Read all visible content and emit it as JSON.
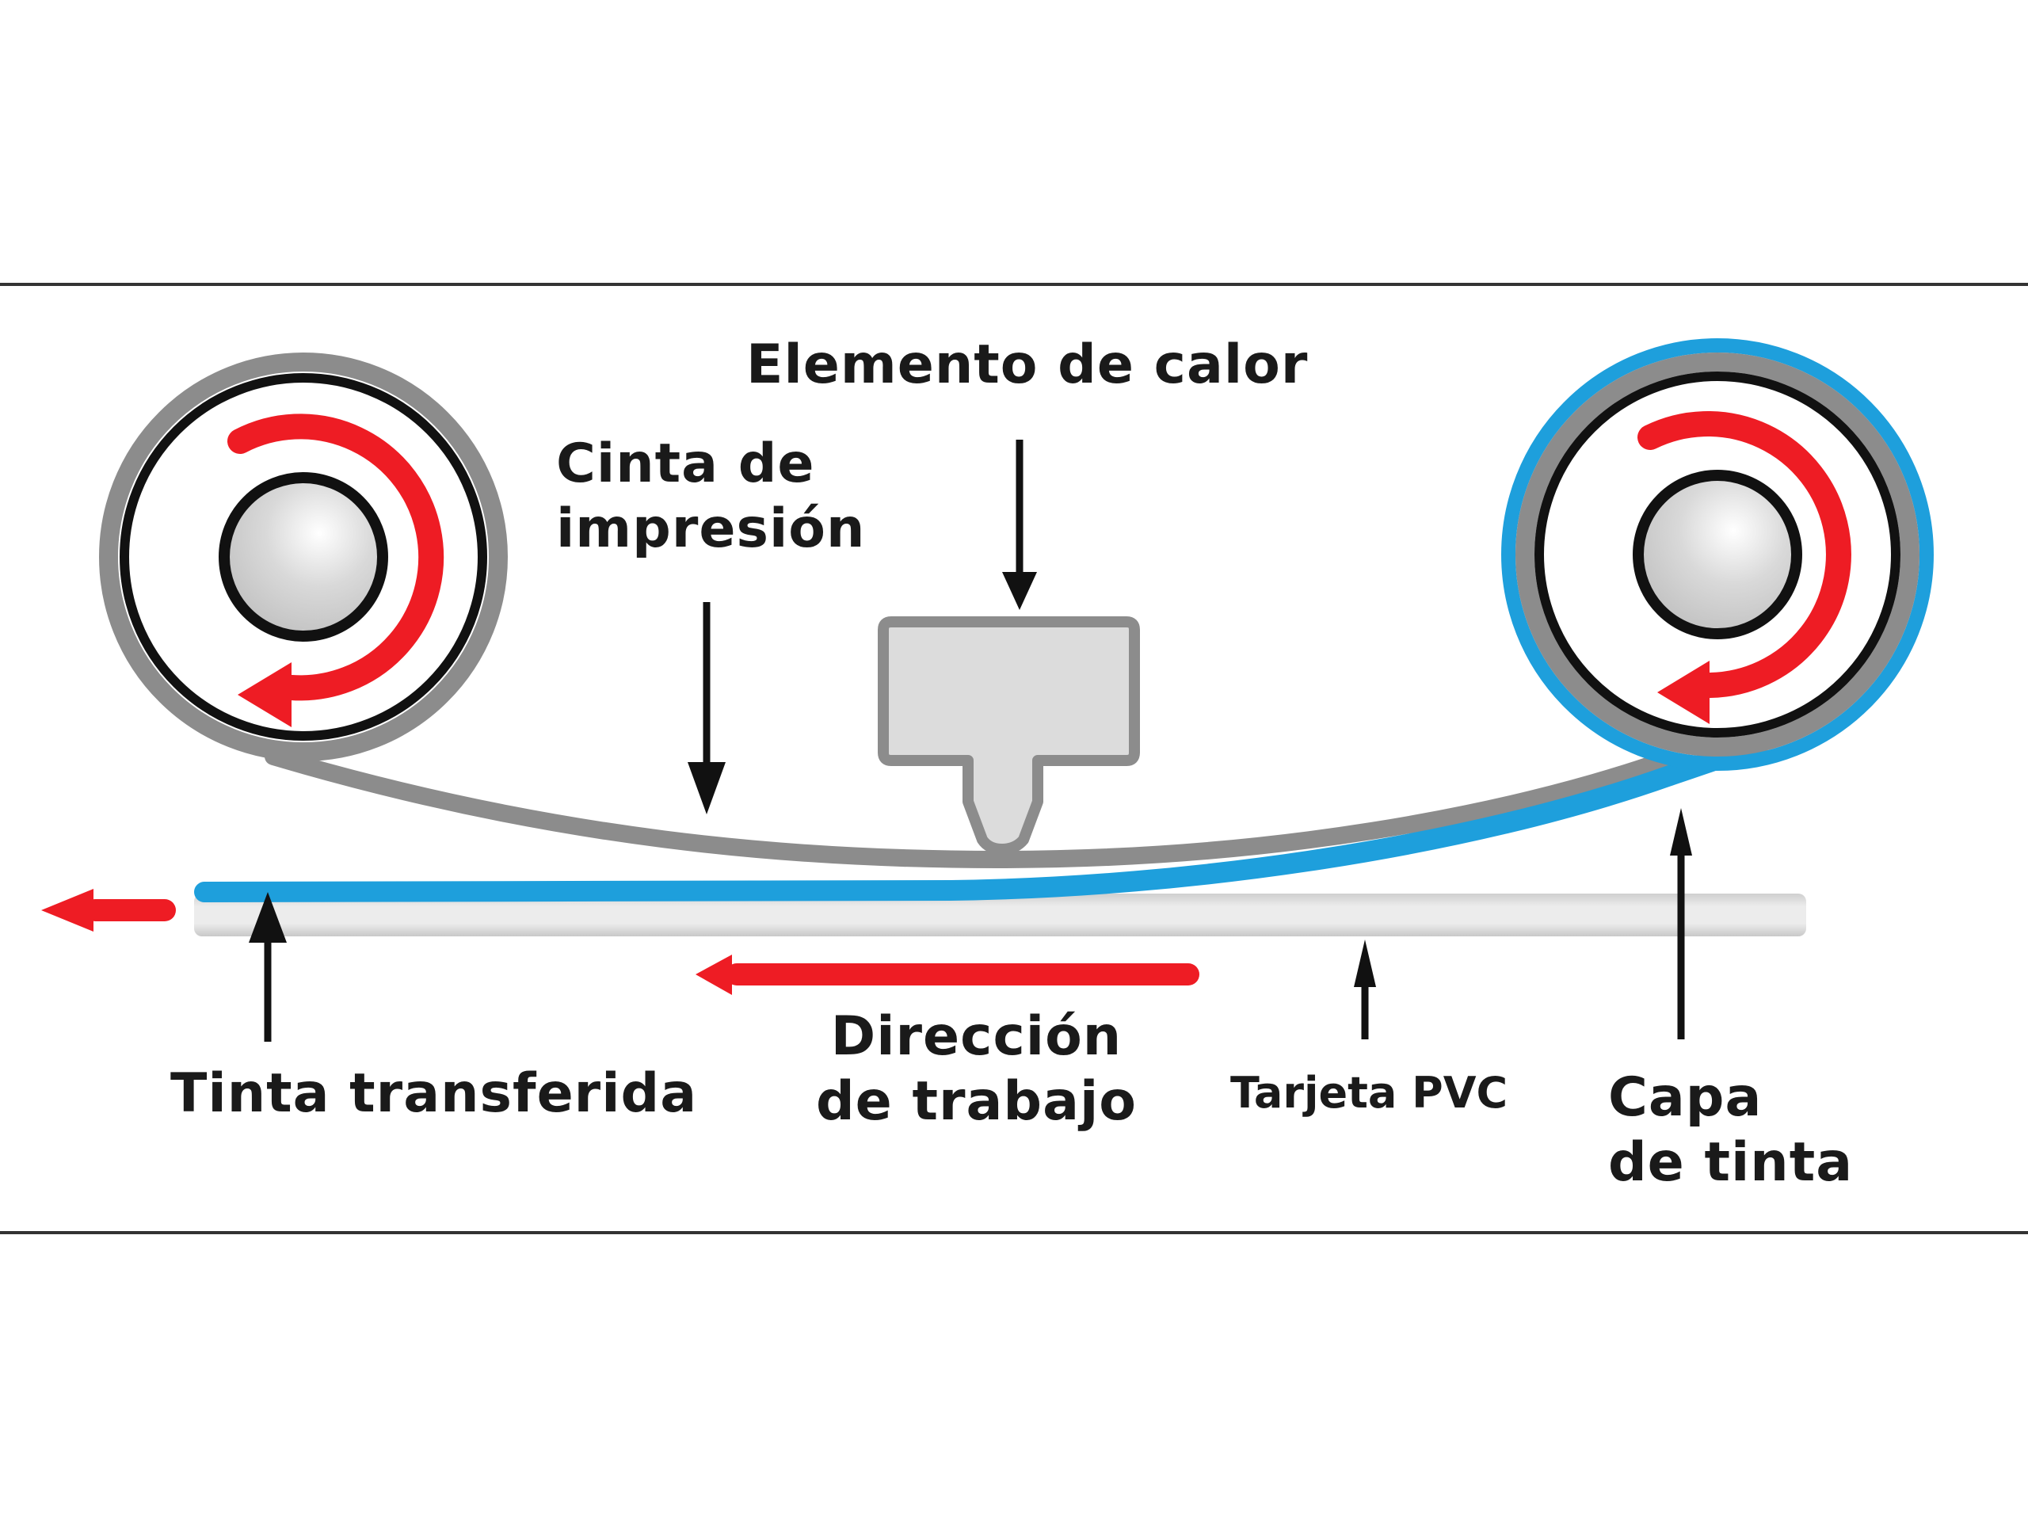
{
  "diagram": {
    "title": "Thermal transfer printing process",
    "labels": {
      "heat_element": "Elemento de calor",
      "ribbon_line1": "Cinta de",
      "ribbon_line2": "impresión",
      "transferred_ink": "Tinta transferida",
      "work_direction_line1": "Dirección",
      "work_direction_line2": "de trabajo",
      "pvc_card": "Tarjeta PVC",
      "ink_layer_line1": "Capa",
      "ink_layer_line2": "de tinta"
    },
    "components": [
      {
        "id": "supply-roller",
        "name": "Supply ribbon roller",
        "rotation": "clockwise"
      },
      {
        "id": "takeup-roller",
        "name": "Take-up ribbon roller",
        "rotation": "clockwise"
      },
      {
        "id": "heat-element",
        "name": "Heat element (print head)"
      },
      {
        "id": "ribbon",
        "name": "Print ribbon"
      },
      {
        "id": "ink-layer",
        "name": "Ink layer"
      },
      {
        "id": "pvc-card",
        "name": "PVC card"
      }
    ],
    "colors": {
      "ribbon": "#8c8c8c",
      "ink": "#1e9fdc",
      "arrow_red": "#ee1c24",
      "pointer": "#111111",
      "card_edge": "#c8c8c8",
      "card_face": "#ececec",
      "head_fill": "#dcdcdc",
      "head_stroke": "#8c8c8c",
      "frame_line": "#333333"
    }
  }
}
